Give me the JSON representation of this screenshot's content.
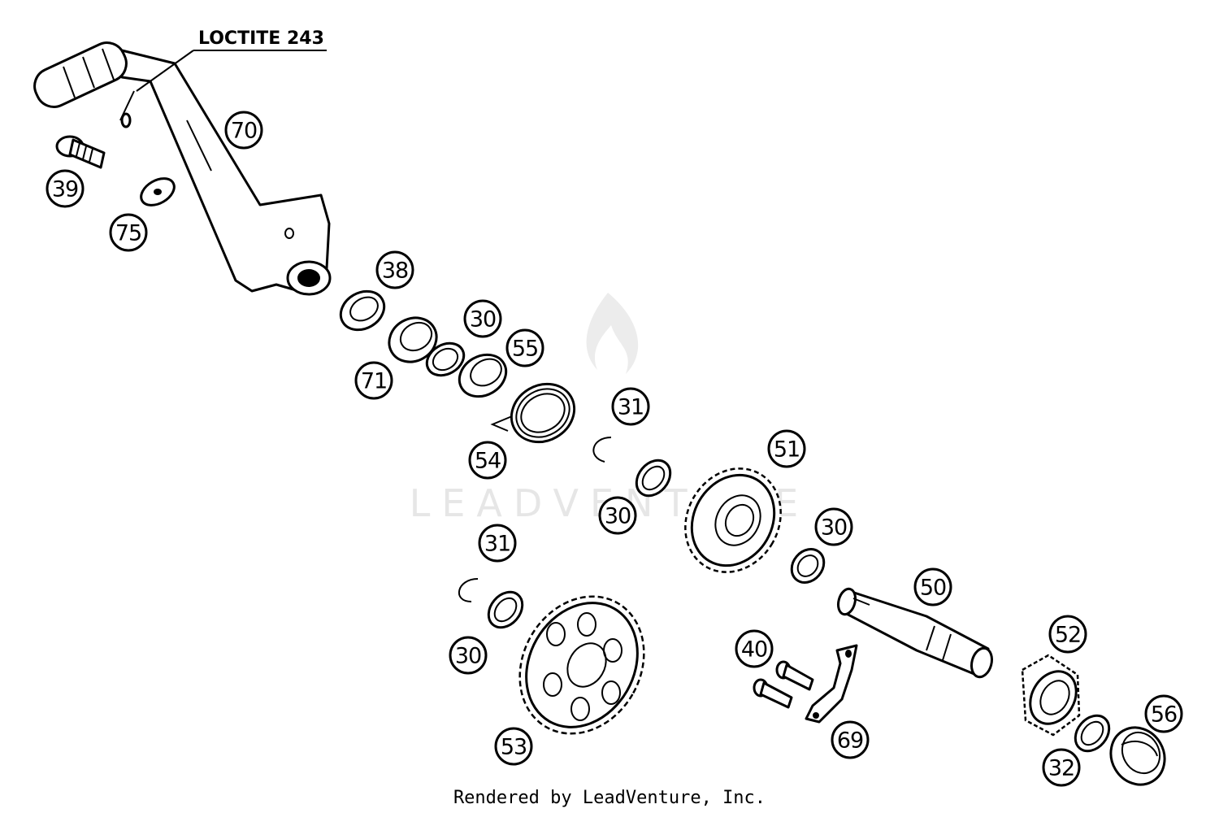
{
  "note": {
    "text": "LOCTITE 243"
  },
  "footer": {
    "text": "Rendered by LeadVenture, Inc."
  },
  "watermark": {
    "text": "LEADVENTURE"
  },
  "callouts": [
    {
      "name": "callout-70",
      "label": "70"
    },
    {
      "name": "callout-39",
      "label": "39"
    },
    {
      "name": "callout-75",
      "label": "75"
    },
    {
      "name": "callout-38",
      "label": "38"
    },
    {
      "name": "callout-30-a",
      "label": "30"
    },
    {
      "name": "callout-55",
      "label": "55"
    },
    {
      "name": "callout-71",
      "label": "71"
    },
    {
      "name": "callout-31-a",
      "label": "31"
    },
    {
      "name": "callout-54",
      "label": "54"
    },
    {
      "name": "callout-51",
      "label": "51"
    },
    {
      "name": "callout-30-b",
      "label": "30"
    },
    {
      "name": "callout-30-c",
      "label": "30"
    },
    {
      "name": "callout-31-b",
      "label": "31"
    },
    {
      "name": "callout-50",
      "label": "50"
    },
    {
      "name": "callout-30-d",
      "label": "30"
    },
    {
      "name": "callout-52",
      "label": "52"
    },
    {
      "name": "callout-40",
      "label": "40"
    },
    {
      "name": "callout-53",
      "label": "53"
    },
    {
      "name": "callout-69",
      "label": "69"
    },
    {
      "name": "callout-56",
      "label": "56"
    },
    {
      "name": "callout-32",
      "label": "32"
    }
  ],
  "colors": {
    "ink": "#000000",
    "paper": "#ffffff",
    "watermark": "#e6e6e6"
  }
}
